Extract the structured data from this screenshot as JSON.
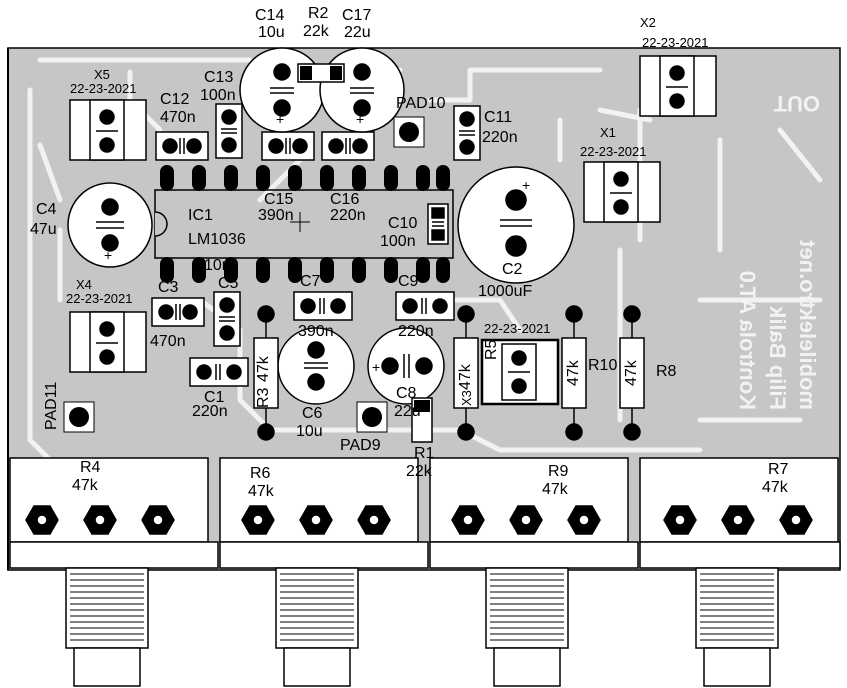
{
  "board": {
    "ic1": {
      "ref": "IC1",
      "part": "LM1036"
    },
    "components": {
      "c14": {
        "ref": "C14",
        "value": "10u"
      },
      "r2": {
        "ref": "R2",
        "value": "22k"
      },
      "c17": {
        "ref": "C17",
        "value": "22u"
      },
      "c13": {
        "ref": "C13",
        "value": "100n"
      },
      "c12": {
        "ref": "C12",
        "value": "470n"
      },
      "c11": {
        "ref": "C11",
        "value": "220n"
      },
      "c15": {
        "ref": "C15",
        "value": "390n"
      },
      "c16": {
        "ref": "C16",
        "value": "220n"
      },
      "c10": {
        "ref": "C10",
        "value": "100n"
      },
      "c4": {
        "ref": "C4",
        "value": "47u"
      },
      "c2": {
        "ref": "C2",
        "value": "1000uF"
      },
      "c3": {
        "ref": "C3",
        "value": "470n"
      },
      "c5": {
        "ref": "C5"
      },
      "c7": {
        "ref": "C7",
        "value": "390n"
      },
      "c9": {
        "ref": "C9",
        "value": "220n"
      },
      "c1": {
        "ref": "C1",
        "value": "220n"
      },
      "c6": {
        "ref": "C6",
        "value": "10u"
      },
      "c8": {
        "ref": "C8",
        "value": "22u"
      },
      "r1": {
        "ref": "R1",
        "value": "22k"
      },
      "r3": {
        "ref": "R3",
        "value": "47k"
      },
      "r5": {
        "ref": "R5"
      },
      "r10": {
        "ref": "R10",
        "value": "47k"
      },
      "r8": {
        "ref": "R8",
        "value": "47k"
      },
      "x3": {
        "ref": "X3"
      },
      "ic1_extra": {
        "value": "10n"
      }
    },
    "pads": {
      "pad10": "PAD10",
      "pad11": "PAD11",
      "pad9": "PAD9"
    },
    "connectors": {
      "x1": {
        "ref": "X1",
        "date": "22-23-2021"
      },
      "x2": {
        "ref": "X2",
        "date": "22-23-2021"
      },
      "x4": {
        "ref": "X4",
        "date": "22-23-2021"
      },
      "x5": {
        "ref": "X5",
        "date": "22-23-2021"
      },
      "x3": {
        "date": "22-23-2021"
      }
    },
    "pots": [
      {
        "ref": "R4",
        "value": "47k"
      },
      {
        "ref": "R6",
        "value": "47k"
      },
      {
        "ref": "R9",
        "value": "47k"
      },
      {
        "ref": "R7",
        "value": "47k"
      }
    ],
    "silkscreen": {
      "out": "OUT",
      "line1": "Kontrola AT.0",
      "line2": "Filip Balik",
      "line3": "mobilelektro.net"
    },
    "colors": {
      "copper": "#c6c6c6",
      "silk": "#f2f2f2",
      "component": "#000000",
      "background": "#ffffff"
    }
  }
}
